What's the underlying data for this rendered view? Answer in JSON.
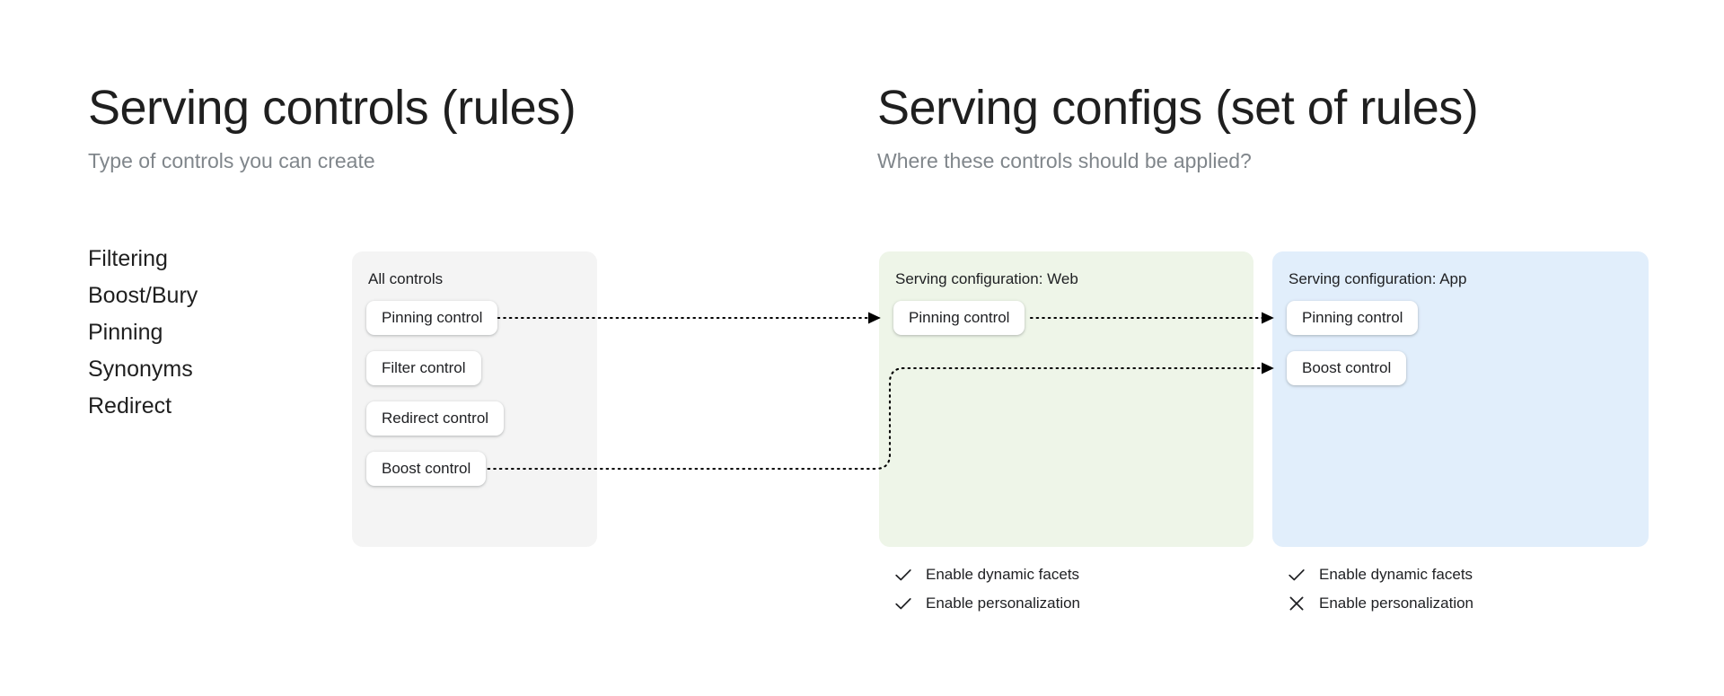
{
  "columns": {
    "left": {
      "title": "Serving controls (rules)",
      "subtitle": "Type of controls you can create"
    },
    "right": {
      "title": "Serving configs (set of rules)",
      "subtitle": "Where these controls should be applied?"
    }
  },
  "control_types": [
    {
      "label": "Filtering"
    },
    {
      "label": "Boost/Bury"
    },
    {
      "label": "Pinning"
    },
    {
      "label": "Synonyms"
    },
    {
      "label": "Redirect"
    }
  ],
  "panels": {
    "all_controls": {
      "title": "All controls",
      "background": "#f4f4f4",
      "chips": [
        {
          "label": "Pinning control"
        },
        {
          "label": "Filter control"
        },
        {
          "label": "Redirect control"
        },
        {
          "label": "Boost control"
        }
      ]
    },
    "config_web": {
      "title": "Serving configuration: Web",
      "background": "#eef5e8",
      "chips": [
        {
          "label": "Pinning control"
        }
      ],
      "features": [
        {
          "label": "Enable dynamic facets",
          "state": "check"
        },
        {
          "label": "Enable personalization",
          "state": "check"
        }
      ]
    },
    "config_app": {
      "title": "Serving configuration: App",
      "background": "#e1eefb",
      "chips": [
        {
          "label": "Pinning control"
        },
        {
          "label": "Boost control"
        }
      ],
      "features": [
        {
          "label": "Enable dynamic facets",
          "state": "check"
        },
        {
          "label": "Enable personalization",
          "state": "cross"
        }
      ]
    }
  },
  "connectors": {
    "style": "dotted-arrow",
    "color": "#000000",
    "edges": [
      {
        "from": "all-controls.pinning-control",
        "to": "config-web.pinning-control"
      },
      {
        "from": "config-web.pinning-control",
        "to": "config-app.pinning-control"
      },
      {
        "from": "all-controls.boost-control",
        "to": "config-app.boost-control"
      }
    ]
  }
}
